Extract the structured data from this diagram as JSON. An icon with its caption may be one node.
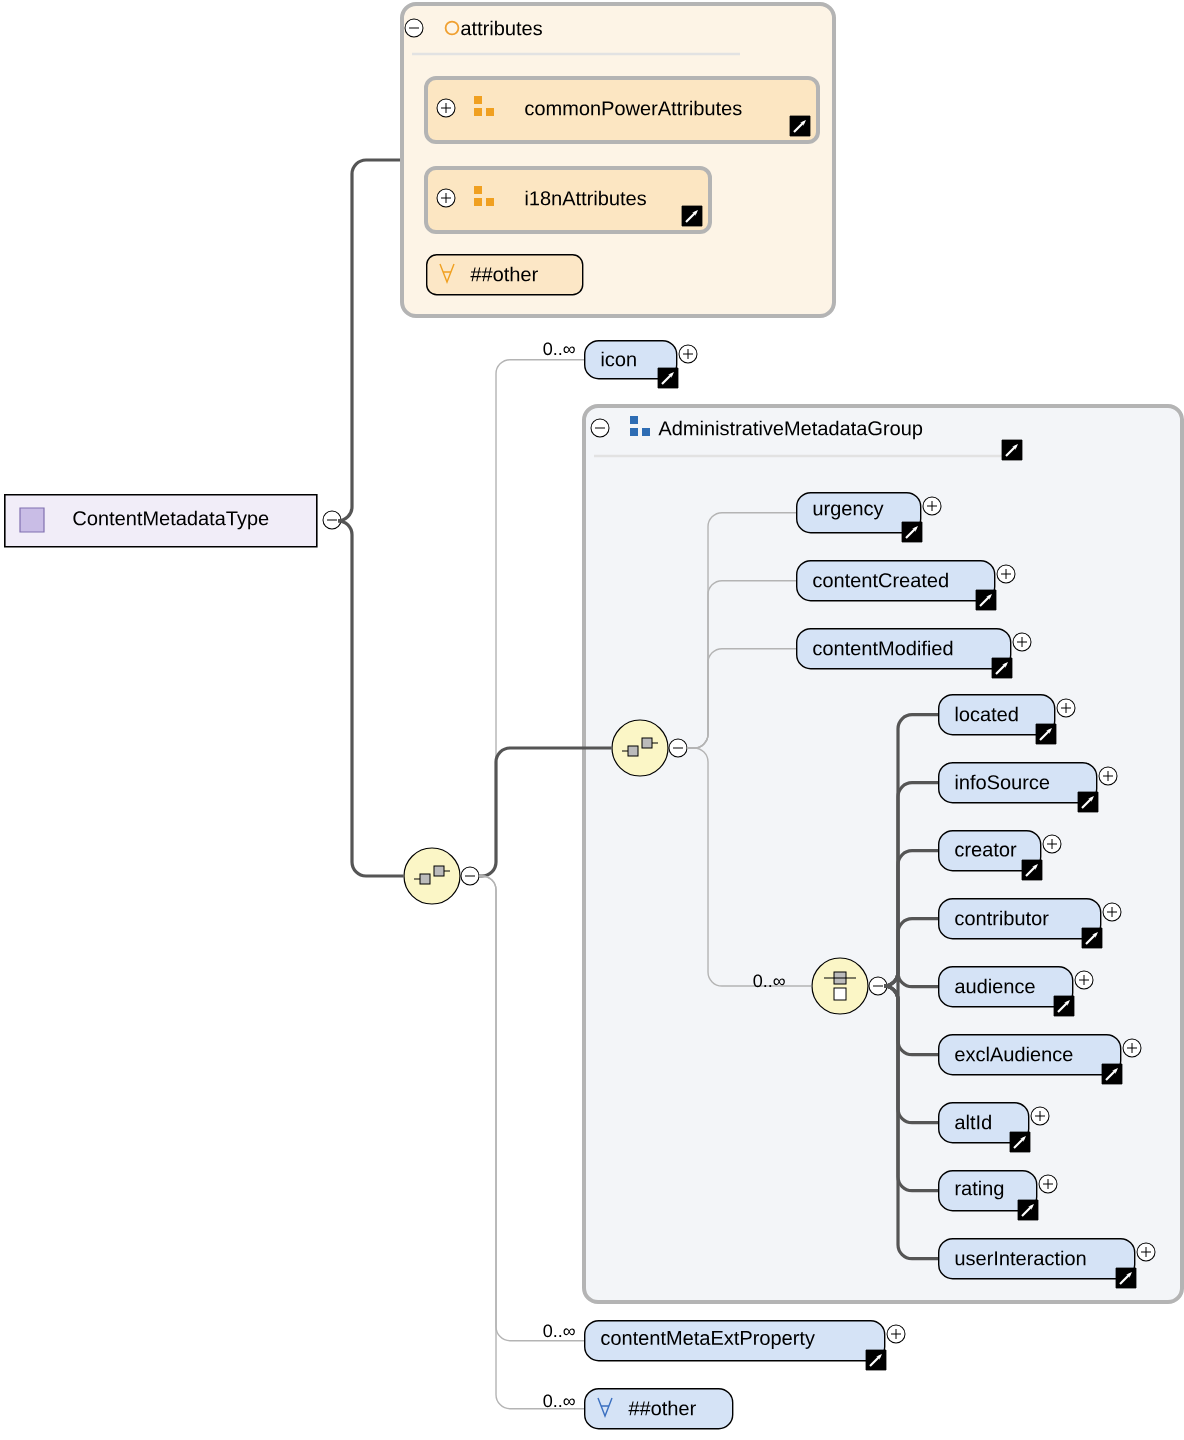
{
  "diagram": {
    "nodes": [
      {
        "text": [
          "ContentMetadataType"
        ]
      },
      {
        "text": [
          "attributes"
        ]
      },
      {
        "text": [
          "commonPowerAttributes"
        ],
        "in": 1
      },
      {
        "text": [
          "i18nAttributes"
        ],
        "in": 1
      },
      {
        "text": [
          "##other"
        ],
        "in": 1
      },
      {
        "text": [],
        "shape": "circle"
      },
      {
        "text": [
          "icon"
        ],
        "beside": [
          "0..∞"
        ]
      },
      {
        "text": [
          "AdministrativeMetadataGroup"
        ]
      },
      {
        "text": [],
        "shape": "circle",
        "in": 7
      },
      {
        "text": [
          "urgency"
        ],
        "in": 7
      },
      {
        "text": [
          "contentCreated"
        ],
        "in": 7
      },
      {
        "text": [
          "contentModified"
        ],
        "in": 7
      },
      {
        "text": [],
        "shape": "circle",
        "in": 7,
        "beside": [
          "0..∞"
        ]
      },
      {
        "text": [
          "located"
        ],
        "in": 7
      },
      {
        "text": [
          "infoSource"
        ],
        "in": 7
      },
      {
        "text": [
          "creator"
        ],
        "in": 7
      },
      {
        "text": [
          "contributor"
        ],
        "in": 7
      },
      {
        "text": [
          "audience"
        ],
        "in": 7
      },
      {
        "text": [
          "exclAudience"
        ],
        "in": 7
      },
      {
        "text": [
          "altId"
        ],
        "in": 7
      },
      {
        "text": [
          "rating"
        ],
        "in": 7
      },
      {
        "text": [
          "userInteraction"
        ],
        "in": 7
      },
      {
        "text": [
          "contentMetaExtProperty"
        ],
        "beside": [
          "0..∞"
        ]
      },
      {
        "text": [
          "##other"
        ],
        "beside": [
          "0..∞"
        ]
      }
    ],
    "edges": [
      {
        "from": 0,
        "to": 1,
        "arrow": "none"
      },
      {
        "from": 0,
        "to": 5,
        "arrow": "none"
      },
      {
        "from": 5,
        "to": 6,
        "arrow": "none",
        "color": "#b4b4b4"
      },
      {
        "from": 5,
        "to": 8,
        "arrow": "none"
      },
      {
        "from": 5,
        "to": 22,
        "arrow": "none",
        "color": "#b4b4b4"
      },
      {
        "from": 5,
        "to": 23,
        "arrow": "none",
        "color": "#b4b4b4"
      },
      {
        "from": 8,
        "to": 9,
        "arrow": "none",
        "color": "#b4b4b4"
      },
      {
        "from": 8,
        "to": 10,
        "arrow": "none",
        "color": "#b4b4b4"
      },
      {
        "from": 8,
        "to": 11,
        "arrow": "none",
        "color": "#b4b4b4"
      },
      {
        "from": 8,
        "to": 12,
        "arrow": "none",
        "color": "#b4b4b4"
      },
      {
        "from": 12,
        "to": 13,
        "arrow": "none"
      },
      {
        "from": 12,
        "to": 14,
        "arrow": "none"
      },
      {
        "from": 12,
        "to": 15,
        "arrow": "none"
      },
      {
        "from": 12,
        "to": 16,
        "arrow": "none"
      },
      {
        "from": 12,
        "to": 17,
        "arrow": "none"
      },
      {
        "from": 12,
        "to": 18,
        "arrow": "none"
      },
      {
        "from": 12,
        "to": 19,
        "arrow": "none"
      },
      {
        "from": 12,
        "to": 20,
        "arrow": "none"
      },
      {
        "from": 12,
        "to": 21,
        "arrow": "none"
      }
    ]
  }
}
